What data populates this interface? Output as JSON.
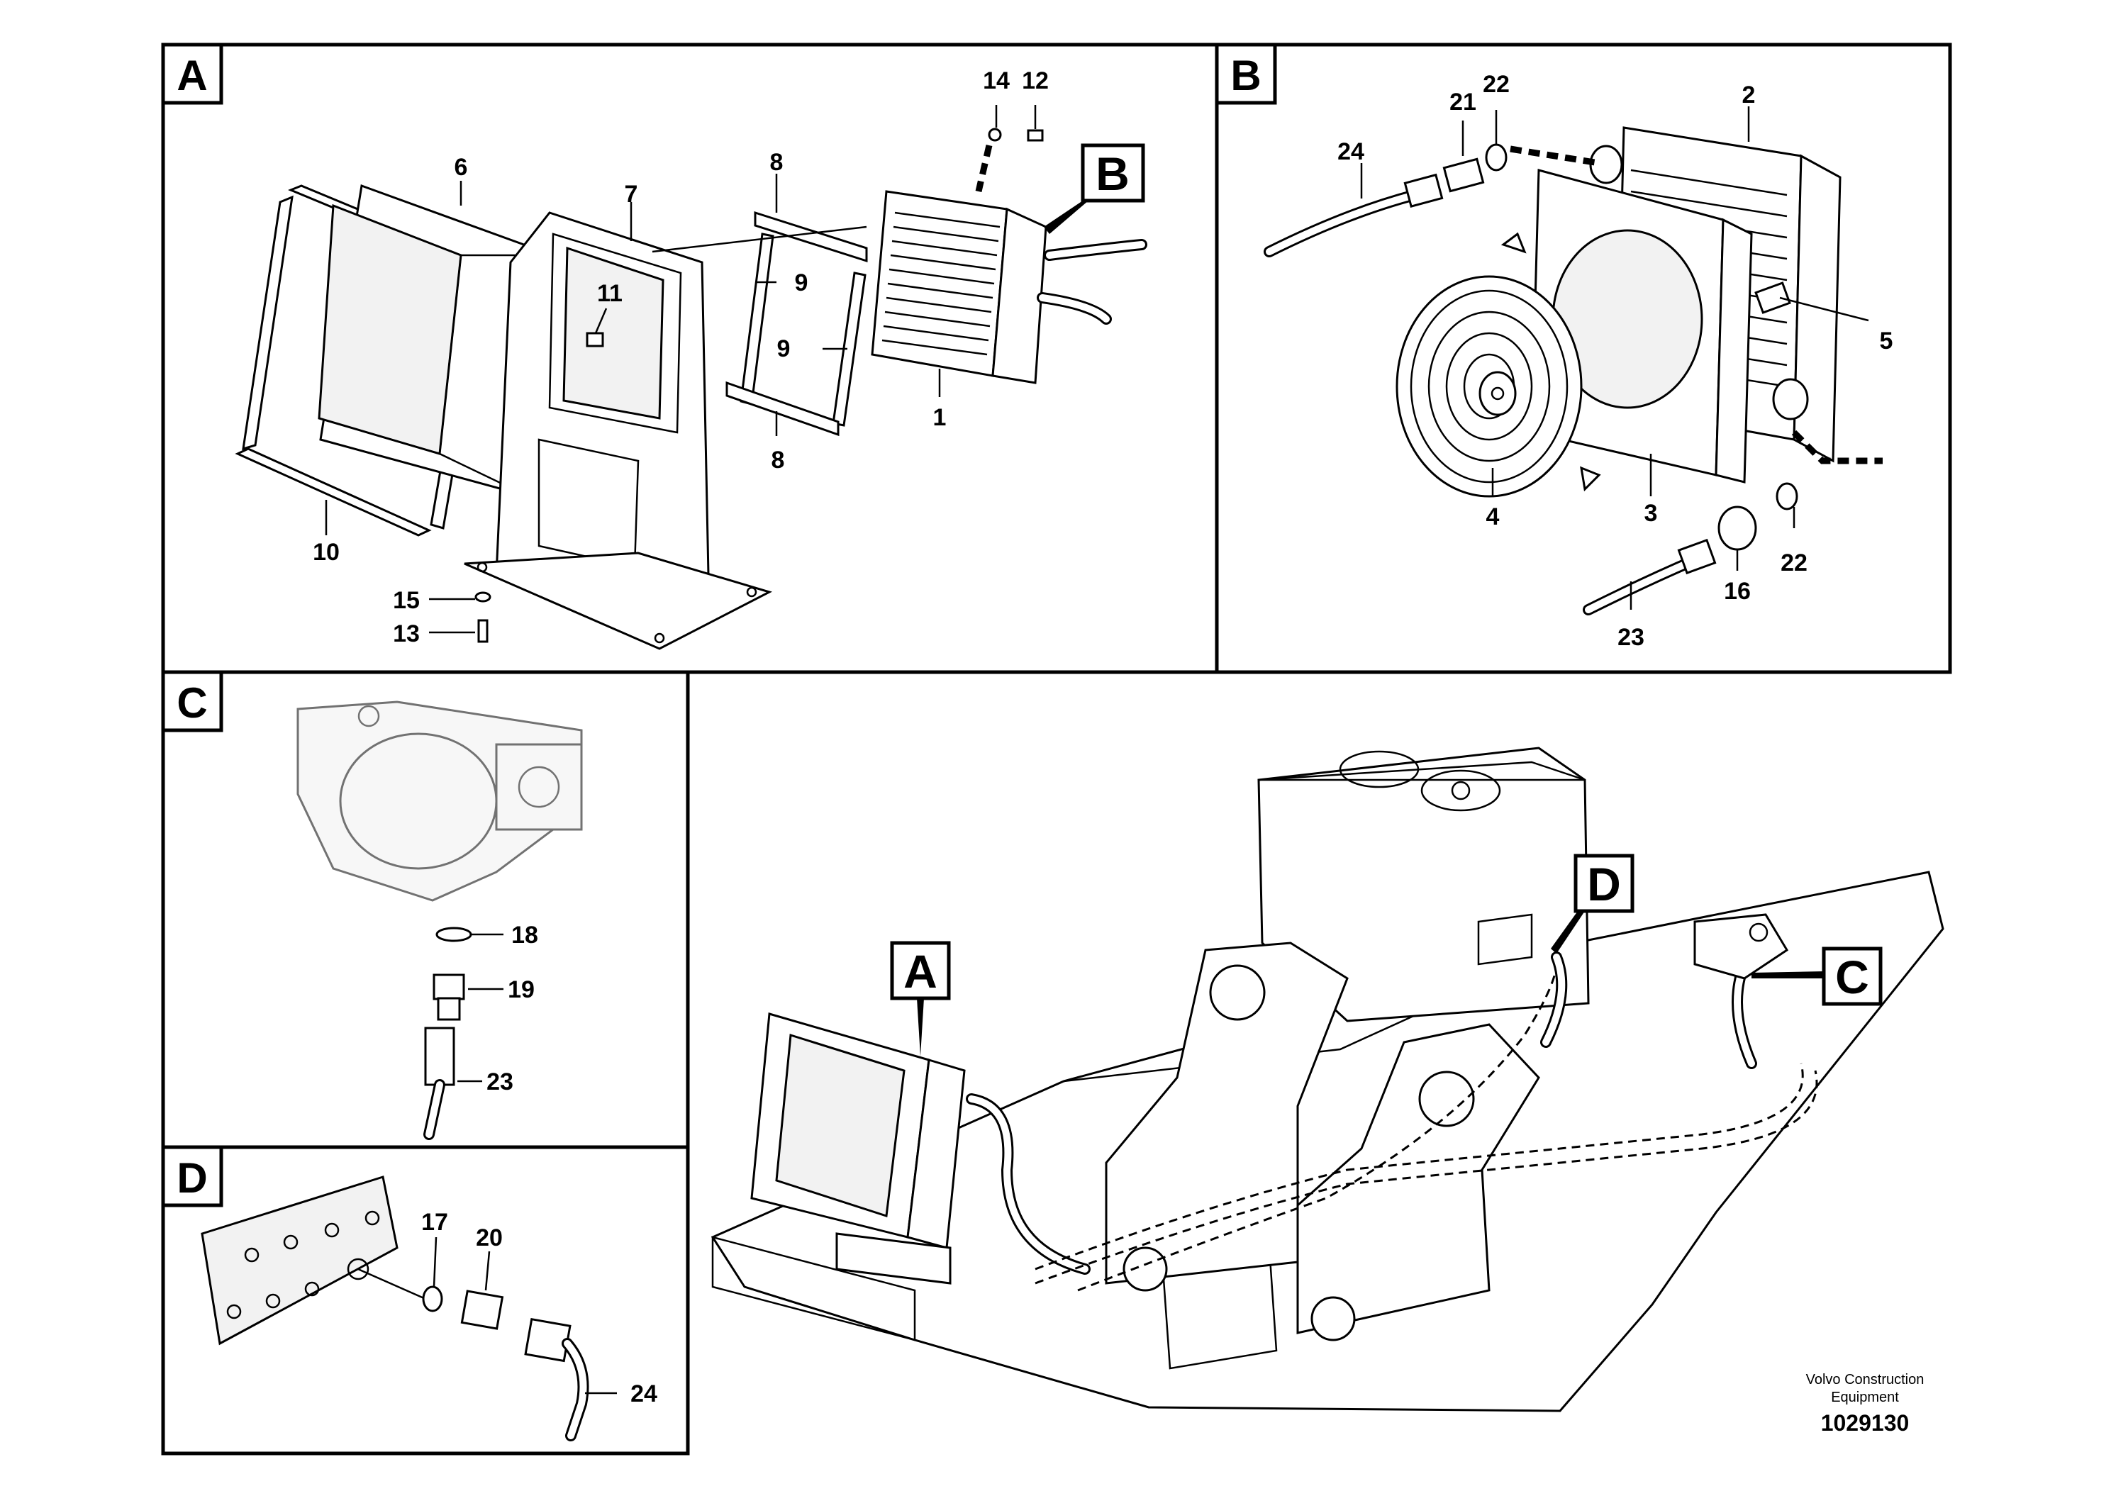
{
  "panels": {
    "A": {
      "label": "A",
      "callouts": [
        "14",
        "12",
        "6",
        "7",
        "8",
        "11",
        "9",
        "9",
        "8",
        "1",
        "10",
        "15",
        "13"
      ],
      "detail_tag": "B"
    },
    "B": {
      "label": "B",
      "callouts": [
        "21",
        "22",
        "2",
        "24",
        "5",
        "4",
        "3",
        "22",
        "16",
        "23"
      ]
    },
    "C": {
      "label": "C",
      "callouts": [
        "18",
        "19",
        "23"
      ]
    },
    "D": {
      "label": "D",
      "callouts": [
        "17",
        "20",
        "24"
      ]
    },
    "overview": {
      "tags": [
        "A",
        "D",
        "C"
      ]
    }
  },
  "footer": {
    "credit_line1": "Volvo Construction",
    "credit_line2": "Equipment",
    "doc_number": "1029130"
  }
}
